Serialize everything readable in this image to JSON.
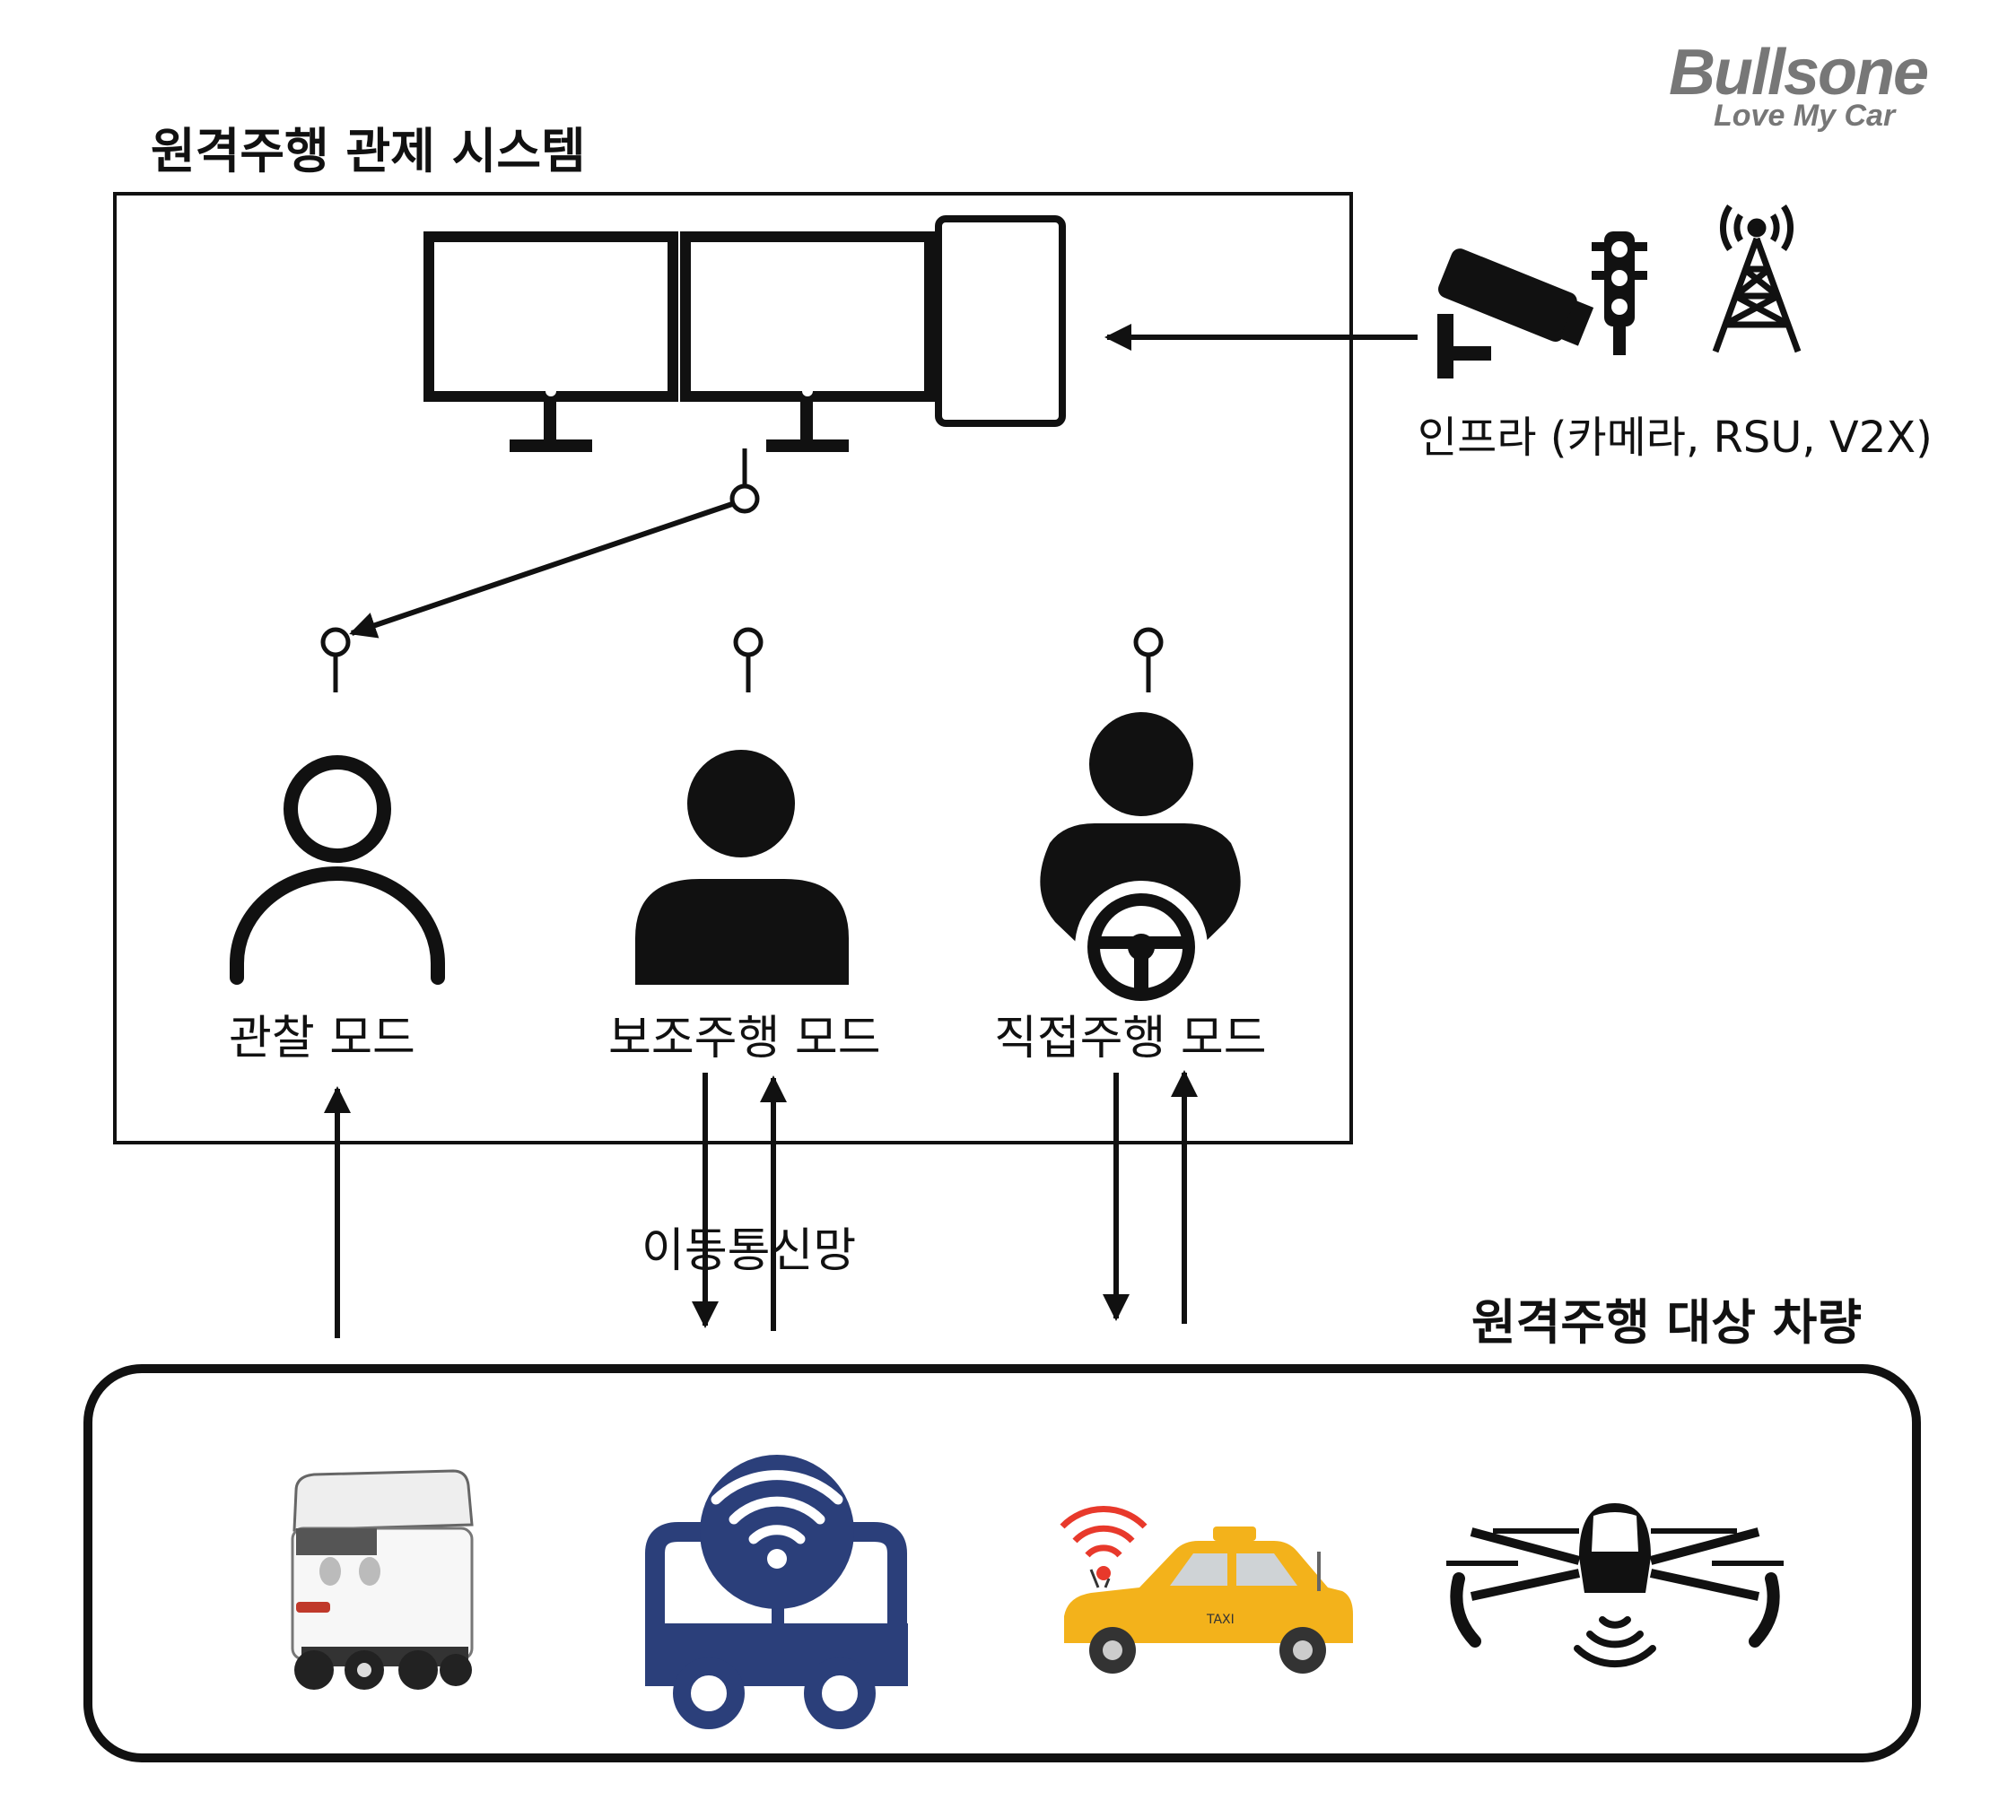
{
  "logo": {
    "brand": "Bullsone",
    "tagline": "Love My Car"
  },
  "control_system": {
    "title": "원격주행 관제 시스템",
    "modes": [
      {
        "label": "관찰 모드"
      },
      {
        "label": "보조주행 모드"
      },
      {
        "label": "직접주행 모드"
      }
    ]
  },
  "infrastructure": {
    "label": "인프라 (카메라, RSU, V2X)",
    "icons": [
      "cctv-camera-icon",
      "traffic-light-icon",
      "radio-tower-icon"
    ]
  },
  "network": {
    "label": "이동통신망"
  },
  "target_vehicles": {
    "title": "원격주행 대상 차량",
    "icons": [
      "delivery-robot-icon",
      "wifi-bus-icon",
      "taxi-icon",
      "passenger-drone-icon"
    ],
    "taxi_sign": "TAXI"
  },
  "colors": {
    "bus_blue": "#2b3f7a",
    "taxi_yellow": "#f3b21b",
    "signal_red": "#e8392b"
  }
}
